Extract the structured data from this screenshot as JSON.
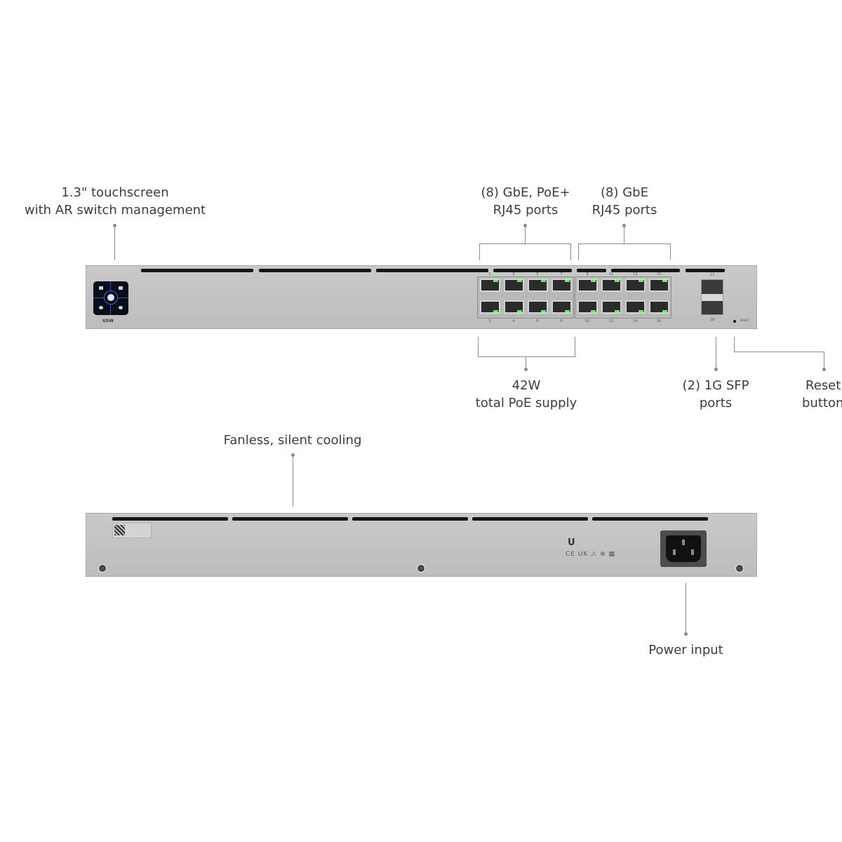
{
  "callouts": {
    "touchscreen": {
      "line1": "1.3\" touchscreen",
      "line2": "with AR switch management"
    },
    "poe_ports": {
      "line1": "(8) GbE, PoE+",
      "line2": "RJ45 ports"
    },
    "gbe_ports": {
      "line1": "(8) GbE",
      "line2": "RJ45 ports"
    },
    "poe_budget": {
      "line1": "42W",
      "line2": "total PoE supply"
    },
    "sfp_ports": {
      "line1": "(2) 1G SFP",
      "line2": "ports"
    },
    "reset_button": {
      "line1": "Reset",
      "line2": "button"
    },
    "cooling": {
      "line1": "Fanless, silent cooling"
    },
    "power_input": {
      "line1": "Power input"
    }
  },
  "device": {
    "front": {
      "brand_mark": "USW",
      "port_labels_top": [
        "1",
        "3",
        "5",
        "7",
        "9",
        "11",
        "13",
        "15"
      ],
      "port_labels_bottom": [
        "2",
        "4",
        "6",
        "8",
        "10",
        "12",
        "14",
        "16"
      ],
      "sfp_labels": [
        "17",
        "18"
      ],
      "reset_label": "RESET",
      "poe_port_count": 8,
      "gbe_port_count": 8,
      "led_color": "#5df05a",
      "touchscreen_accent": "#2a55c8"
    },
    "rear": {
      "logo": "U",
      "certifications": "CE UK ⚠ ⊗ ▦"
    }
  }
}
